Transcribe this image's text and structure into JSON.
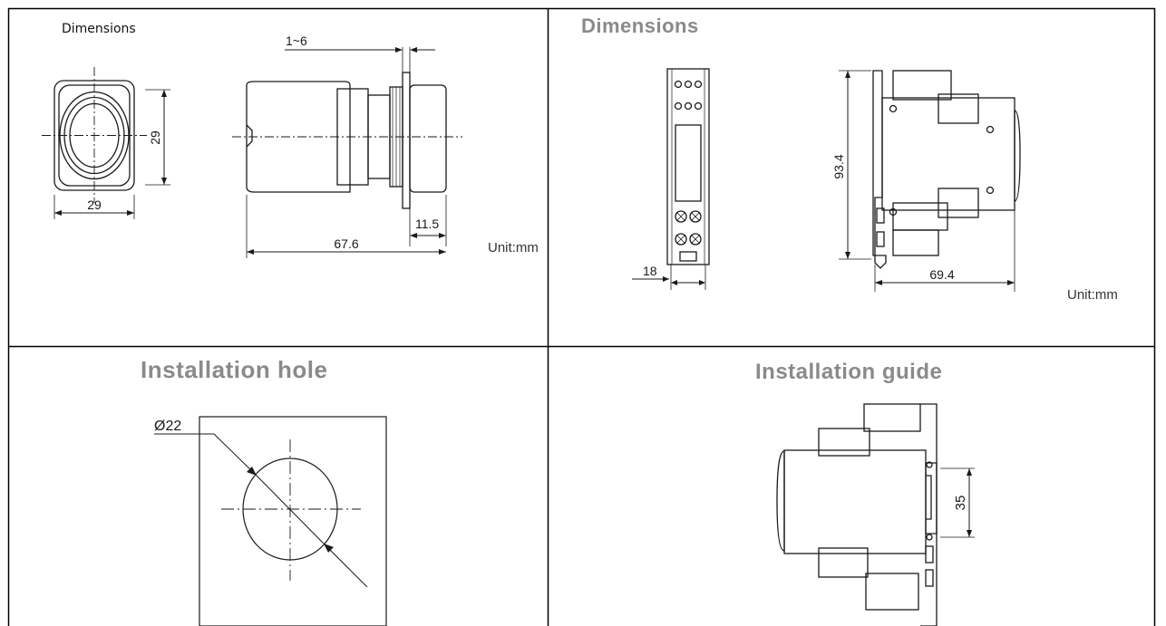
{
  "panels": {
    "button_dimensions": {
      "title": "Dimensions",
      "front_height": "29",
      "front_width": "29",
      "panel_range": "1~6",
      "bezel_depth": "11.5",
      "total_length": "67.6",
      "unit": "Unit:mm"
    },
    "relay_dimensions": {
      "title": "Dimensions",
      "width": "18",
      "height": "93.4",
      "depth": "69.4",
      "unit": "Unit:mm"
    },
    "installation_hole": {
      "title": "Installation hole",
      "diameter": "Ø22"
    },
    "installation_guide": {
      "title": "Installation guide",
      "rail_height": "35"
    }
  },
  "colors": {
    "line": "#1a1a1a",
    "title_gray": "#8a8a8a",
    "border": "#000000"
  }
}
